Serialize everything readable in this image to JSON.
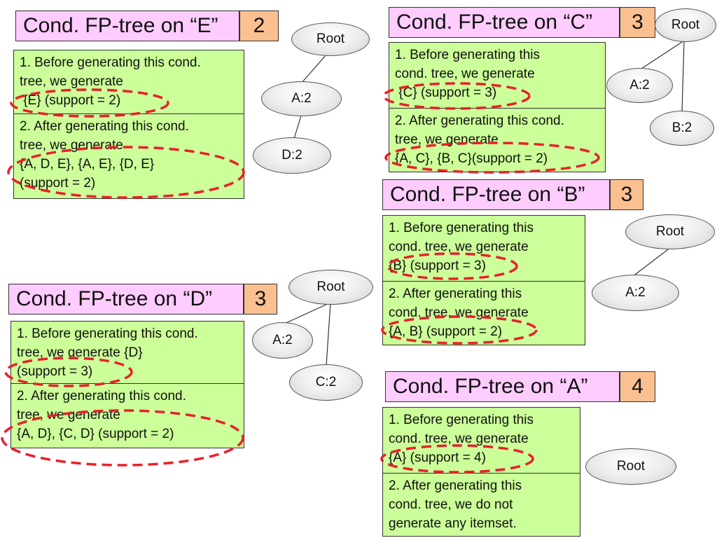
{
  "panels": {
    "E": {
      "title": "Cond. FP-tree on “E”",
      "number": "2",
      "before": "1. Before generating this cond.\ntree, we generate\n {E} (support = 2)",
      "after": "2. After generating this cond.\ntree, we generate\n{A, D, E}, {A, E}, {D, E}\n(support = 2)",
      "nodes": [
        "Root",
        "A:2",
        "D:2"
      ]
    },
    "C": {
      "title": "Cond. FP-tree on “C”",
      "number": "3",
      "before": "1. Before generating this\ncond. tree, we generate\n {C} (support = 3)",
      "after": "2. After generating this cond.\ntree, we generate\n{A, C}, {B, C}(support = 2)",
      "nodes": [
        "Root",
        "A:2",
        "B:2"
      ]
    },
    "B": {
      "title": "Cond. FP-tree on “B”",
      "number": "3",
      "before": "1. Before generating this\ncond. tree, we generate\n{B} (support = 3)",
      "after": "2. After generating this\ncond. tree, we generate\n{A, B} (support = 2)",
      "nodes": [
        "Root",
        "A:2"
      ]
    },
    "D": {
      "title": "Cond. FP-tree on “D”",
      "number": "3",
      "before": "1. Before generating this cond.\ntree, we generate {D}\n(support = 3)",
      "after": "2. After generating this cond.\ntree, we generate\n{A, D}, {C, D} (support = 2)",
      "nodes": [
        "Root",
        "A:2",
        "C:2"
      ]
    },
    "A": {
      "title": "Cond. FP-tree on “A”",
      "number": "4",
      "before": "1. Before generating this\ncond. tree, we generate\n{A} (support = 4)",
      "after": "2. After generating this\ncond. tree, we do not\ngenerate any itemset.",
      "nodes": [
        "Root"
      ]
    }
  },
  "colors": {
    "title_fill": "#ffccff",
    "number_fill": "#fac090",
    "text_box_fill": "#ccff99",
    "highlight": "#e8202a"
  }
}
